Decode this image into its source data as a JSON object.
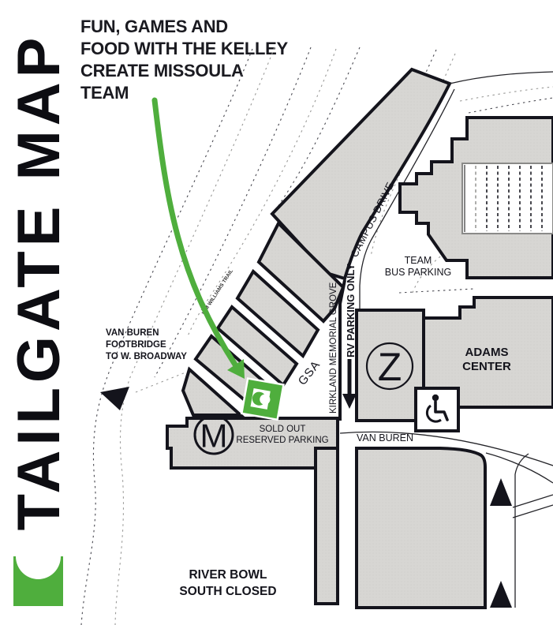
{
  "page": {
    "title_vertical": "TAILGATE MAP"
  },
  "callout": {
    "line1": "FUN, GAMES AND",
    "line2": "FOOD WITH THE KELLEY",
    "line3": "CREATE MISSOULA",
    "line4": "TEAM"
  },
  "map": {
    "streets": {
      "campus_drive": "CAMPUS DRIVE",
      "van_buren": "VAN BUREN",
      "rv_parking": "RV PARKING ONLY",
      "kirkland": "KIRKLAND MEMORIAL GROVE",
      "gsa": "GSA",
      "kim_williams": "KIM WILLIAMS TRAIL"
    },
    "places": {
      "team_bus_1": "TEAM",
      "team_bus_2": "BUS PARKING",
      "adams_1": "ADAMS",
      "adams_2": "CENTER",
      "lot_z": "Z",
      "lot_m": "M",
      "sold_out_1": "SOLD OUT",
      "sold_out_2": "RESERVED PARKING",
      "river_bowl_1": "RIVER BOWL",
      "river_bowl_2": "SOUTH CLOSED",
      "footbridge_1": "VAN BUREN",
      "footbridge_2": "FOOTBRIDGE",
      "footbridge_3": "TO W. BROADWAY"
    },
    "icons": {
      "wheelchair": "wheelchair-icon",
      "down_arrow": "rv-direction-arrow",
      "up_arrows": "one-way-traffic-arrows",
      "footbridge_arrow": "footbridge-direction-arrow",
      "event_marker": "kelley-create-marker",
      "callout_arrow": "green-callout-arrow"
    },
    "colors": {
      "green": "#4fae3d",
      "gray": "#d7d6d3",
      "ink": "#14141c"
    }
  }
}
